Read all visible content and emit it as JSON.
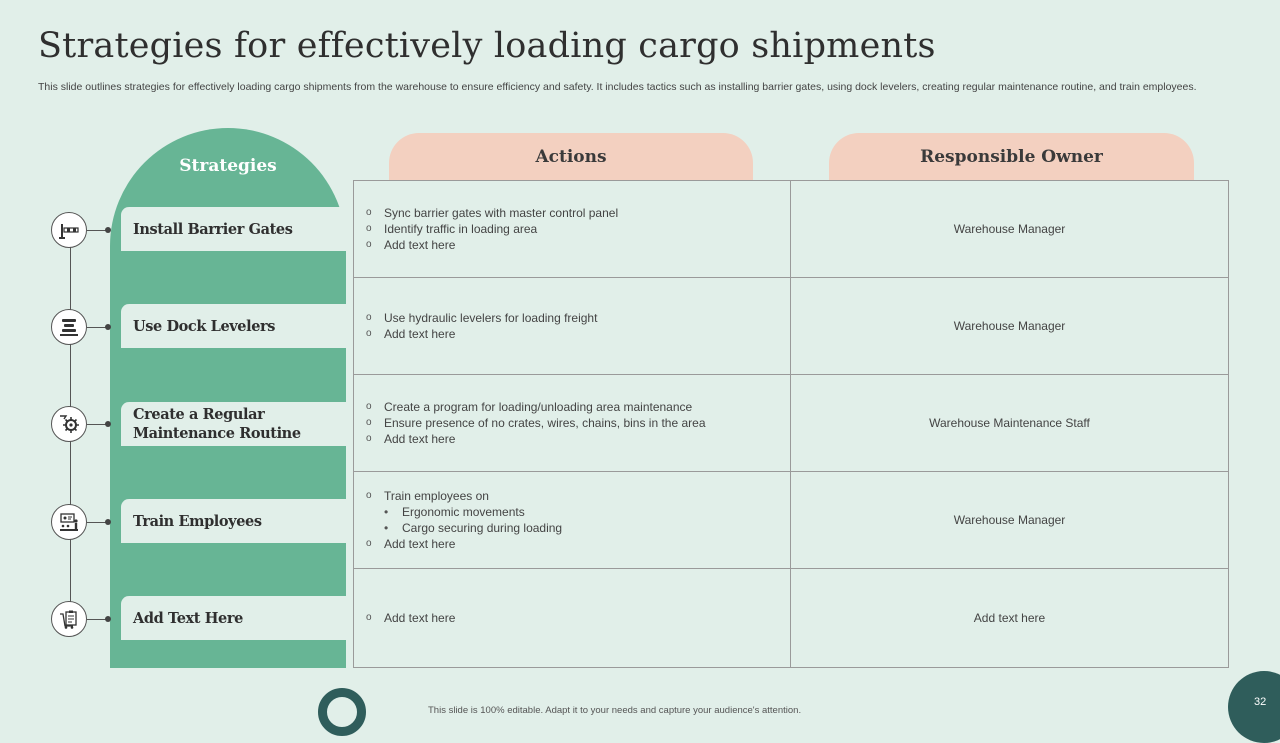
{
  "title": "Strategies for effectively loading cargo shipments",
  "subtitle": "This slide outlines strategies for effectively loading cargo shipments from the warehouse to ensure efficiency and safety. It includes tactics such as installing barrier gates, using dock levelers, creating regular maintenance routine, and train employees.",
  "headers": {
    "strategies": "Strategies",
    "actions": "Actions",
    "owner": "Responsible Owner"
  },
  "rows": [
    {
      "strategy": "Install Barrier Gates",
      "icon": "barrier-gate-icon",
      "actions": [
        {
          "marker": "o",
          "text": "Sync barrier gates with master control panel"
        },
        {
          "marker": "o",
          "text": "Identify traffic in loading area"
        },
        {
          "marker": "o",
          "text": "Add text here"
        }
      ],
      "owner": "Warehouse Manager"
    },
    {
      "strategy": "Use Dock Levelers",
      "icon": "dock-leveler-icon",
      "actions": [
        {
          "marker": "o",
          "text": "Use hydraulic levelers for loading freight"
        },
        {
          "marker": "o",
          "text": "Add text here"
        }
      ],
      "owner": "Warehouse Manager"
    },
    {
      "strategy": "Create a Regular Maintenance Routine",
      "icon": "maintenance-gear-icon",
      "actions": [
        {
          "marker": "o",
          "text": "Create a program for loading/unloading area maintenance"
        },
        {
          "marker": "o",
          "text": "Ensure presence of no crates, wires, chains, bins in the area"
        },
        {
          "marker": "o",
          "text": "Add text here"
        }
      ],
      "owner": "Warehouse Maintenance Staff"
    },
    {
      "strategy": "Train Employees",
      "icon": "training-presentation-icon",
      "actions": [
        {
          "marker": "o",
          "text": "Train employees on"
        },
        {
          "marker": "•",
          "text": "Ergonomic movements",
          "sub": true
        },
        {
          "marker": "•",
          "text": "Cargo securing during loading",
          "sub": true
        },
        {
          "marker": "o",
          "text": "Add text here"
        }
      ],
      "owner": "Warehouse Manager"
    },
    {
      "strategy": "Add Text Here",
      "icon": "clipboard-cart-icon",
      "actions": [
        {
          "marker": "o",
          "text": "Add text here"
        }
      ],
      "owner": "Add text here"
    }
  ],
  "footer": "This slide is 100% editable. Adapt it to your needs and capture your audience's attention.",
  "page_number": "32",
  "colors": {
    "background": "#e1efe9",
    "green": "#67b595",
    "peach": "#f3d0c0",
    "dark_teal": "#2f5d5b"
  }
}
